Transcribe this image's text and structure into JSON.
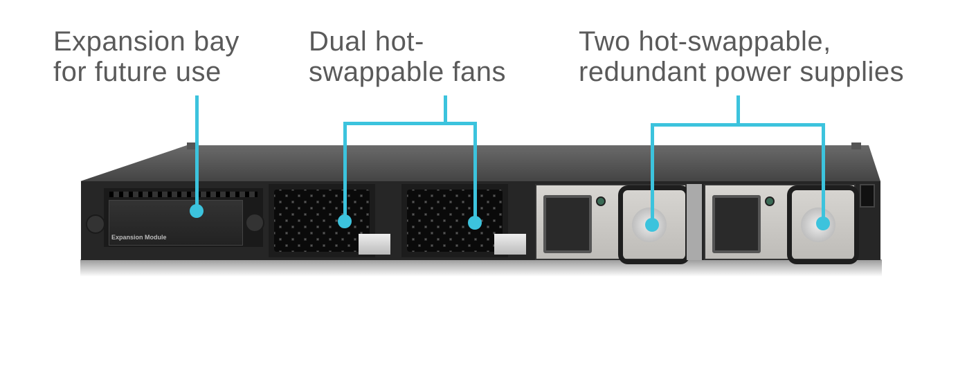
{
  "callouts": [
    {
      "id": "expansion",
      "lines": [
        "Expansion bay",
        "for future use"
      ]
    },
    {
      "id": "fans",
      "lines": [
        "Dual hot-",
        "swappable fans"
      ]
    },
    {
      "id": "psu",
      "lines": [
        "Two hot-swappable,",
        "redundant power supplies"
      ]
    }
  ],
  "device": {
    "module_label": "Expansion Module"
  },
  "colors": {
    "accent": "#3cc3dd",
    "text": "#5a5a5a",
    "chassis": "#2b2b2b"
  }
}
